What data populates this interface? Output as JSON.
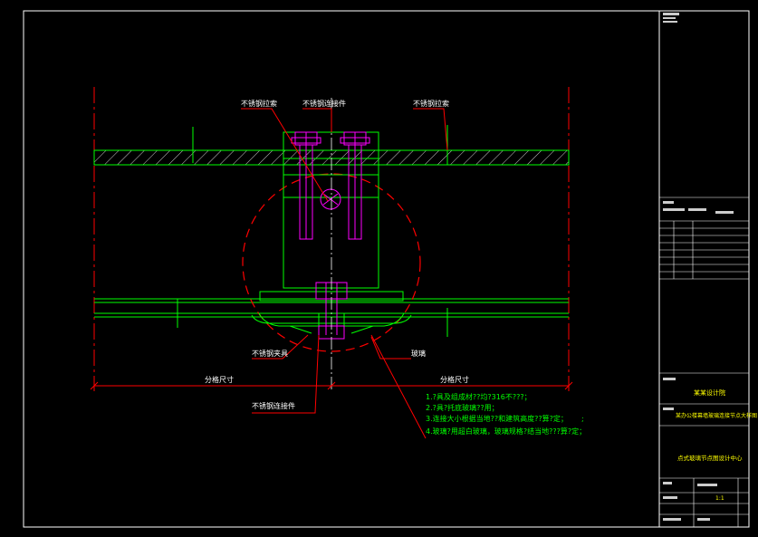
{
  "labels": {
    "bolt_top_left": "不锈钢拉索",
    "connector_top": "不锈钢连接件",
    "bolt_top_right": "不锈钢拉索",
    "clamp": "不锈钢夹具",
    "glass": "玻璃",
    "connector_bottom": "不锈钢连接件",
    "dim_left": "分格尺寸",
    "dim_right": "分格尺寸"
  },
  "notes": [
    "1.?具及组成材??均?316不???；",
    "2.?具?托底玻璃??用；",
    "3.连接大小根据当地??和建筑高度??算?定；",
    "4.玻璃?用超白玻璃，玻璃规格?结当地???算?定；"
  ],
  "notes_tail": ";",
  "title_block": {
    "company": "某某设计院",
    "project": "某办公楼幕墙玻璃连接节点大样图",
    "drawing": "点式玻璃节点图设计中心",
    "scale": "1:1"
  },
  "colors": {
    "background": "#000000",
    "frame": "#ffffff",
    "structure": "#00ff00",
    "leader": "#ff0000",
    "hardware": "#ff00ff",
    "note_text": "#00ff00",
    "title_text": "#ffff00"
  }
}
